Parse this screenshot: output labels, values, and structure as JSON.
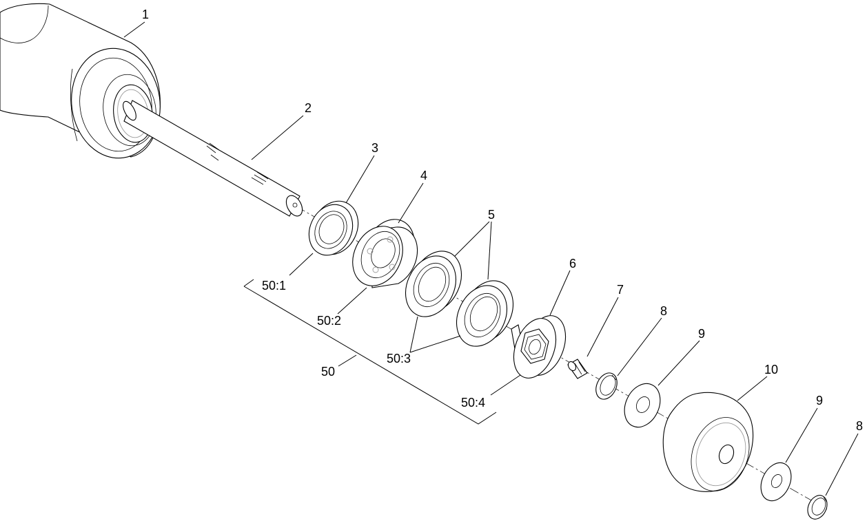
{
  "diagram": {
    "callouts": {
      "c1": "1",
      "c2": "2",
      "c3": "3",
      "c4": "4",
      "c5": "5",
      "c6": "6",
      "c7": "7",
      "c8a": "8",
      "c9a": "9",
      "c10": "10",
      "c9b": "9",
      "c8b": "8",
      "c50_1": "50:1",
      "c50_2": "50:2",
      "c50_3": "50:3",
      "c50_4": "50:4",
      "c50": "50"
    }
  }
}
